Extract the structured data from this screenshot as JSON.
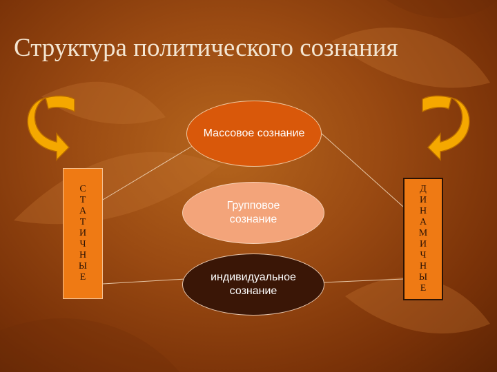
{
  "title": "Структура политического сознания",
  "ellipses": {
    "mass": "Массовое сознание",
    "group": "Групповое сознание",
    "individual": "индивидуальное сознание"
  },
  "left_box": {
    "label": "СТАТИЧНЫЕ",
    "letters": [
      "С",
      "Т",
      "А",
      "Т",
      "И",
      "Ч",
      "Н",
      "Ы",
      "Е"
    ]
  },
  "right_box": {
    "label": "ДИНАМИЧНЫЕ",
    "letters": [
      "Д",
      "И",
      "Н",
      "А",
      "М",
      "И",
      "Ч",
      "Н",
      "Ы",
      "Е"
    ]
  },
  "colors": {
    "background": "#9a4a12",
    "mass_fill": "#d9580a",
    "group_fill": "#f3a47a",
    "individual_fill": "#3a1606",
    "box_fill": "#ef7a14",
    "arrow_fill": "#f5a800"
  }
}
